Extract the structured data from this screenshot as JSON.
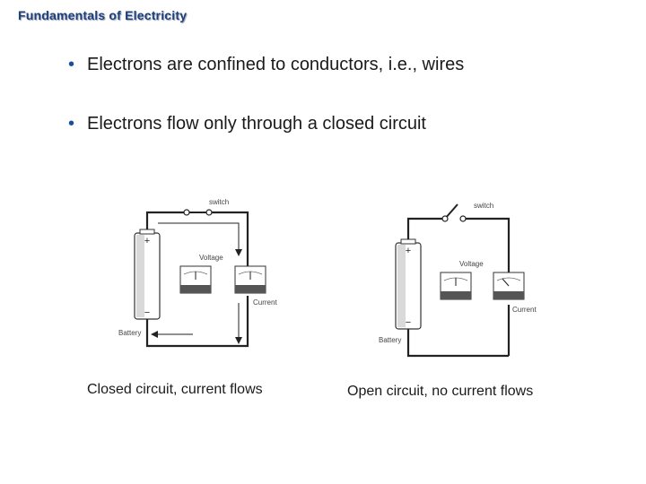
{
  "slide": {
    "title": "Fundamentals of Electricity",
    "bullets": [
      "Electrons are confined to conductors, i.e., wires",
      "Electrons flow only through a closed circuit"
    ]
  },
  "diagrams": {
    "closed": {
      "switch_label": "switch",
      "voltage_label": "Voltage",
      "current_label": "Current",
      "battery_label": "Battery",
      "caption": "Closed circuit, current flows"
    },
    "open": {
      "switch_label": "switch",
      "voltage_label": "Voltage",
      "current_label": "Current",
      "battery_label": "Battery",
      "caption": "Open circuit, no current flows"
    }
  },
  "symbols": {
    "plus": "+",
    "minus": "−"
  },
  "colors": {
    "title": "#1f3f7a",
    "bullet_dot": "#1a4fa0",
    "wire": "#222222"
  }
}
